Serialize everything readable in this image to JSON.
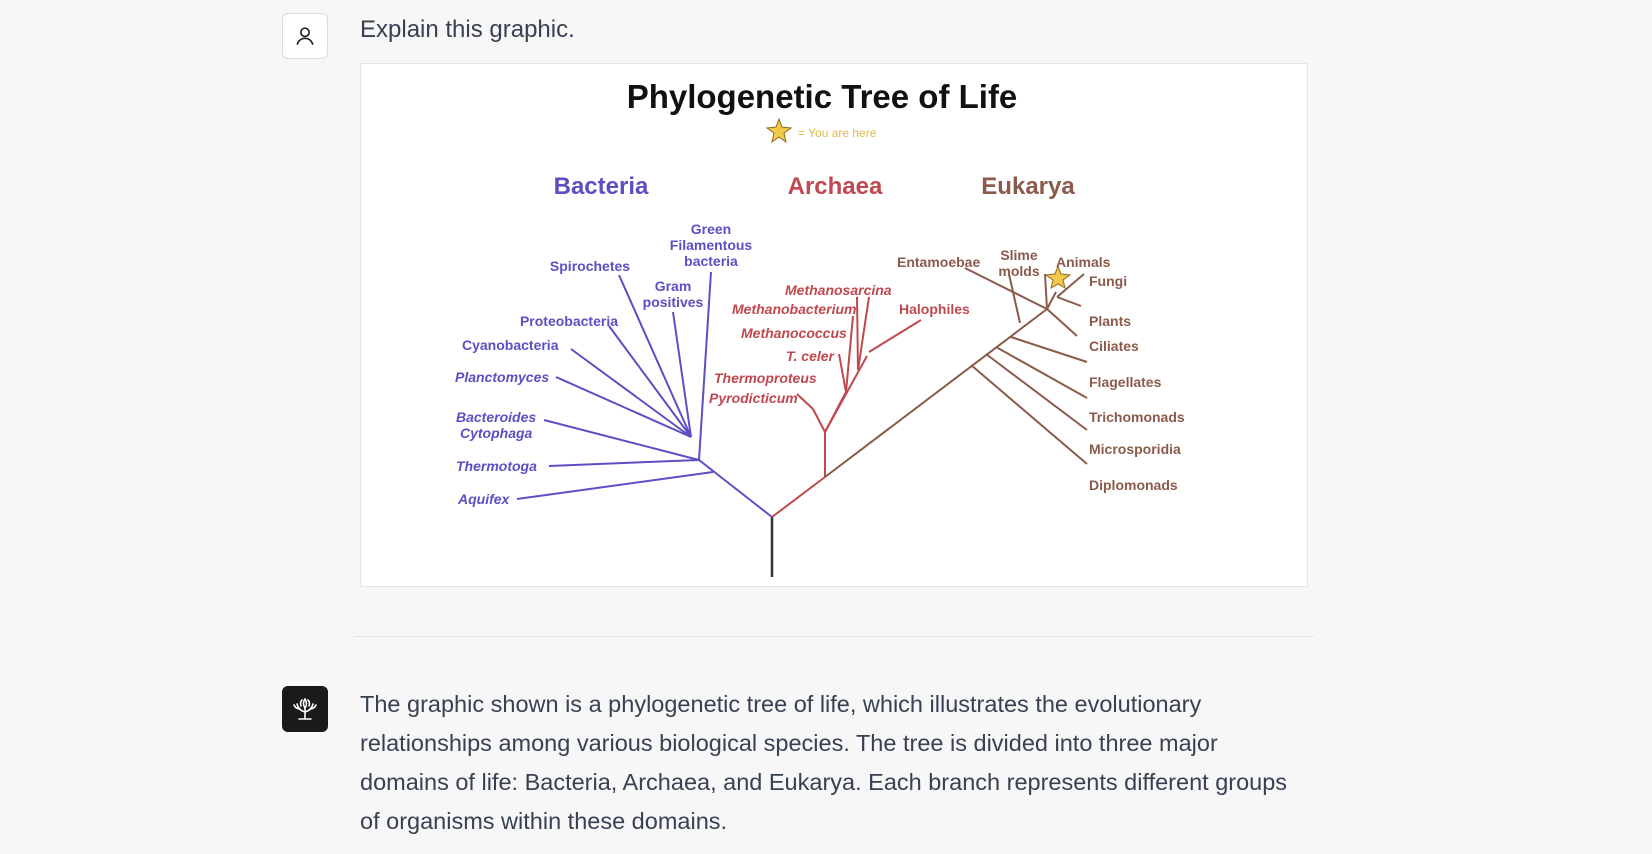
{
  "conversation": {
    "user_prompt": "Explain this graphic.",
    "assistant_reply": "The graphic shown is a phylogenetic tree of life, which illustrates the evolutionary relationships among various biological species. The tree is divided into three major domains of life: Bacteria, Archaea, and Eukarya. Each branch represents different groups of organisms within these domains.",
    "user_avatar_icon": "person-icon",
    "assistant_avatar_icon": "assistant-logo-icon"
  },
  "figure": {
    "title": "Phylogenetic Tree of Life",
    "legend_text": "= You are here",
    "colors": {
      "bacteria": "#5b4fc4",
      "archaea": "#c0484f",
      "eukarya": "#8b5a4a",
      "root": "#333333",
      "star": "#f2c94c"
    },
    "domains": {
      "bacteria": "Bacteria",
      "archaea": "Archaea",
      "eukarya": "Eukarya"
    },
    "bacteria_groups": {
      "green_1": "Green",
      "green_2": "Filamentous",
      "green_3": "bacteria",
      "spirochetes": "Spirochetes",
      "gram_1": "Gram",
      "gram_2": "positives",
      "proteobacteria": "Proteobacteria",
      "cyanobacteria": "Cyanobacteria",
      "planctomyces": "Planctomyces",
      "bacteroides_1": "Bacteroides",
      "bacteroides_2": "Cytophaga",
      "thermotoga": "Thermotoga",
      "aquifex": "Aquifex"
    },
    "archaea_groups": {
      "methanosarcina": "Methanosarcina",
      "methanobacterium": "Methanobacterium",
      "halophiles": "Halophiles",
      "methanococcus": "Methanococcus",
      "t_celer": "T. celer",
      "thermoproteus": "Thermoproteus",
      "pyrodicticum": "Pyrodicticum"
    },
    "eukarya_groups": {
      "entamoebae": "Entamoebae",
      "slime_1": "Slime",
      "slime_2": "molds",
      "animals": "Animals",
      "fungi": "Fungi",
      "plants": "Plants",
      "ciliates": "Ciliates",
      "flagellates": "Flagellates",
      "trichomonads": "Trichomonads",
      "microsporidia": "Microsporidia",
      "diplomonads": "Diplomonads"
    }
  }
}
